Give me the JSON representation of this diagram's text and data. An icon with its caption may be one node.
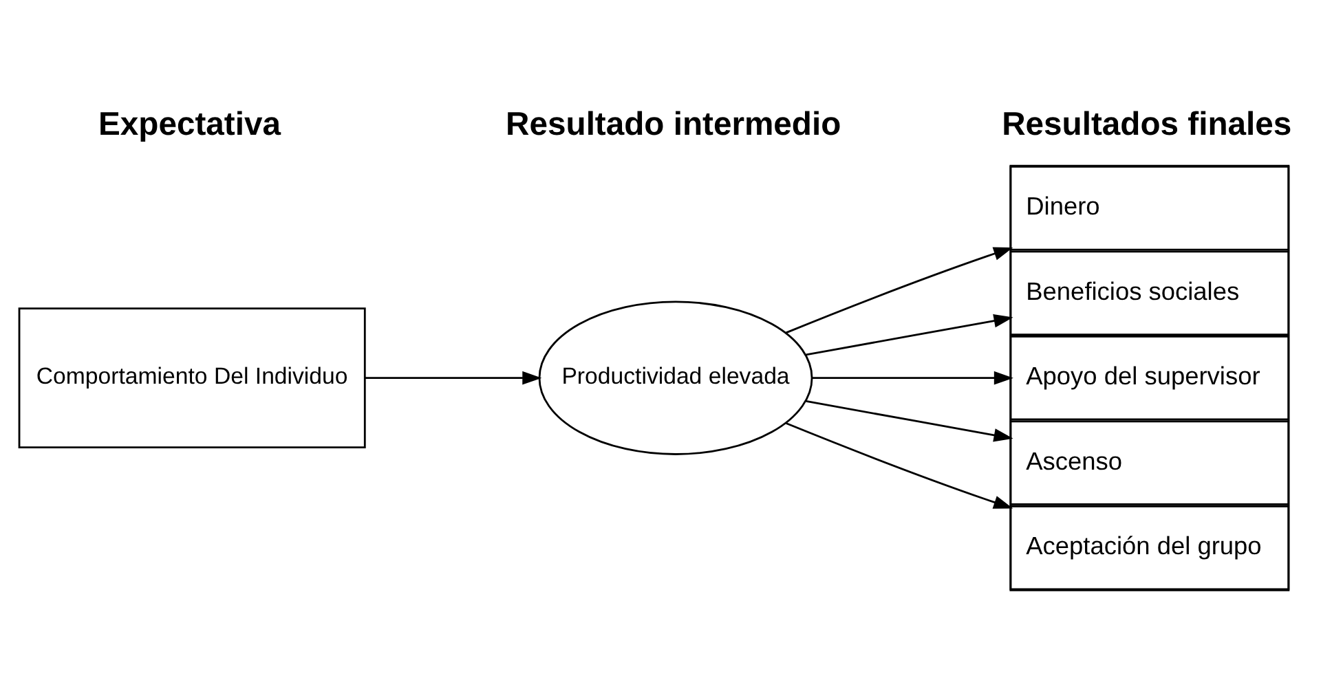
{
  "diagram": {
    "nodes": [
      {
        "text": [
          "Comportamiento Del Individuo"
        ]
      },
      {
        "text": [
          "Productividad elevada"
        ]
      },
      {
        "text": [],
        "shape": "box"
      },
      {
        "text": [
          "Dinero"
        ],
        "in": 2
      },
      {
        "text": [
          "Beneficios sociales"
        ],
        "in": 2
      },
      {
        "text": [
          "Apoyo del supervisor"
        ],
        "in": 2
      },
      {
        "text": [
          "Ascenso"
        ],
        "in": 2
      },
      {
        "text": [
          "Aceptación del grupo"
        ],
        "in": 2
      }
    ],
    "edges": [
      {
        "from": 0,
        "to": 1,
        "arrow": "to"
      },
      {
        "from": 1,
        "to": 3,
        "arrow": "to"
      },
      {
        "from": 1,
        "to": 4,
        "arrow": "to"
      },
      {
        "from": 1,
        "to": 5,
        "arrow": "to"
      },
      {
        "from": 1,
        "to": 6,
        "arrow": "to"
      },
      {
        "from": 1,
        "to": 7,
        "arrow": "to"
      }
    ],
    "labels": [
      "Expectativa",
      "Resultado intermedio",
      "Resultados finales"
    ]
  }
}
